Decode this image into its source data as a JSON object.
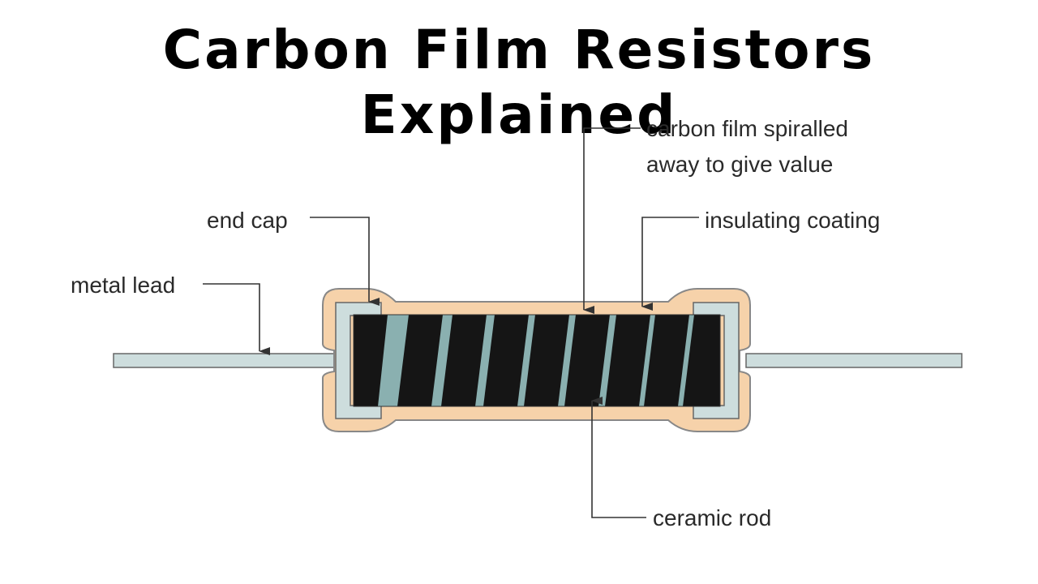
{
  "title": "Carbon Film Resistors Explained",
  "labels": {
    "carbon_film_line1": "carbon film spiralled",
    "carbon_film_line2": "away to give value",
    "end_cap": "end cap",
    "insulating_coating": "insulating coating",
    "metal_lead": "metal lead",
    "ceramic_rod": "ceramic rod"
  },
  "colors": {
    "insulating_coating": "#f6d2aa",
    "end_cap": "#cddddd",
    "metal_lead": "#cddddd",
    "ceramic_rod": "#8ab0b0",
    "carbon_film": "#151515",
    "outline": "#555555",
    "leader_line": "#333333"
  }
}
